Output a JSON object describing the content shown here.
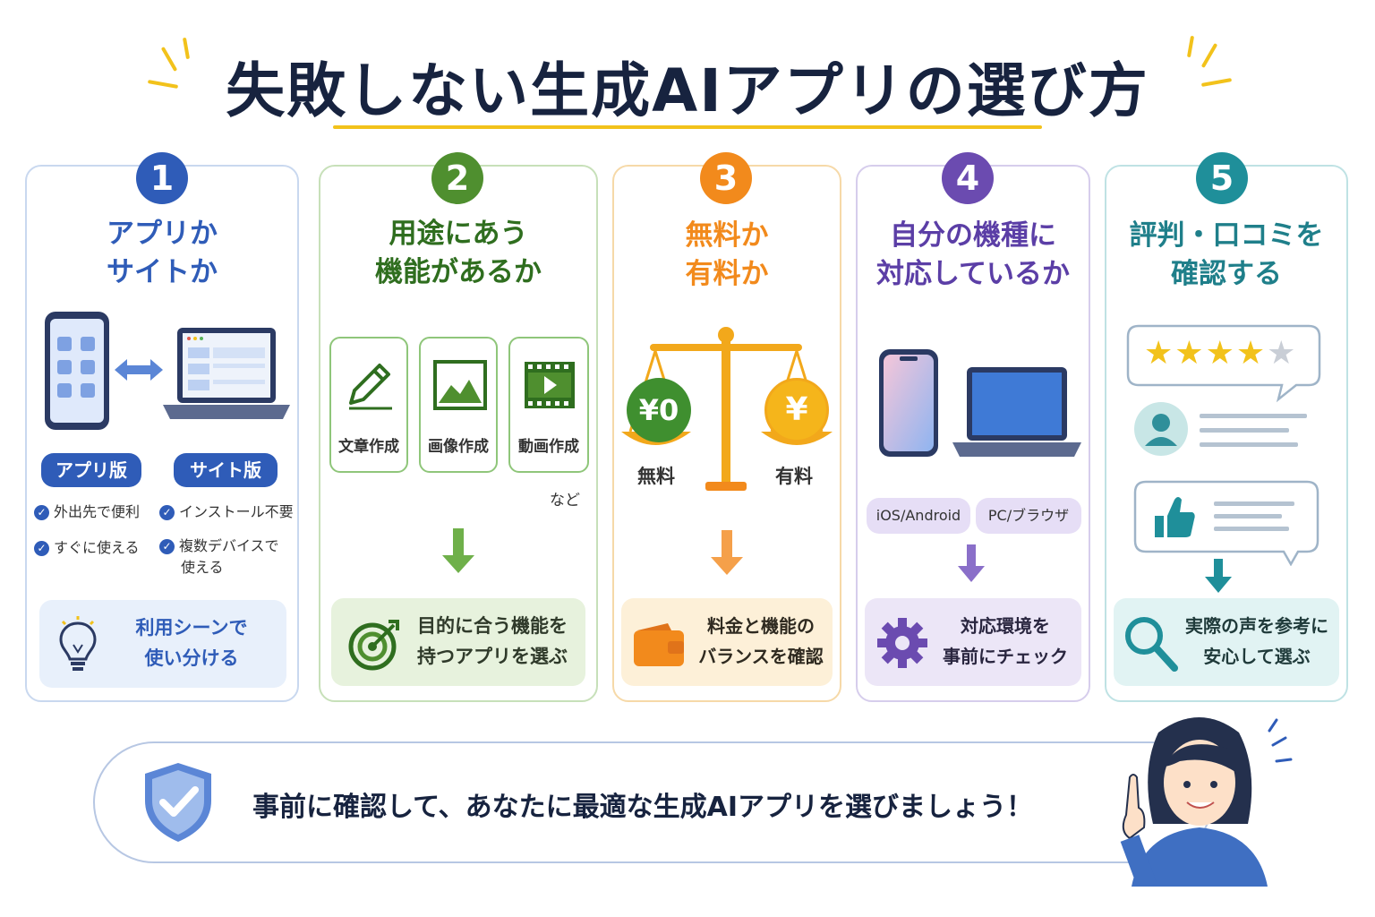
{
  "title": "失敗しない生成AIアプリの選び方",
  "colors": {
    "blue": "#2f5cb8",
    "green": "#4f8f2f",
    "orange": "#f28a1c",
    "purple": "#6b4bb0",
    "teal": "#1f8f9a",
    "accent": "#f2c21b"
  },
  "cards": [
    {
      "number": "1",
      "title": [
        "アプリか",
        "サイトか"
      ],
      "pills": [
        "アプリ版",
        "サイト版"
      ],
      "app_points": [
        "外出先で便利",
        "すぐに使える"
      ],
      "site_points": [
        "インストール不要",
        "複数デバイスで",
        "使える"
      ],
      "bottom": [
        "利用シーンで",
        "使い分ける"
      ]
    },
    {
      "number": "2",
      "title": [
        "用途にあう",
        "機能があるか"
      ],
      "features": [
        "文章作成",
        "画像作成",
        "動画作成"
      ],
      "etc": "など",
      "bottom": [
        "目的に合う機能を",
        "持つアプリを選ぶ"
      ]
    },
    {
      "number": "3",
      "title": [
        "無料か",
        "有料か"
      ],
      "coins": [
        "¥0",
        "¥"
      ],
      "labels": [
        "無料",
        "有料"
      ],
      "bottom": [
        "料金と機能の",
        "バランスを確認"
      ]
    },
    {
      "number": "4",
      "title": [
        "自分の機種に",
        "対応しているか"
      ],
      "platforms": [
        "iOS/Android",
        "PC/ブラウザ"
      ],
      "bottom": [
        "対応環境を",
        "事前にチェック"
      ]
    },
    {
      "number": "5",
      "title": [
        "評判・口コミを",
        "確認する"
      ],
      "stars": 4,
      "bottom": [
        "実際の声を参考に",
        "安心して選ぶ"
      ]
    }
  ],
  "footer": "事前に確認して、あなたに最適な生成AIアプリを選びましょう！"
}
